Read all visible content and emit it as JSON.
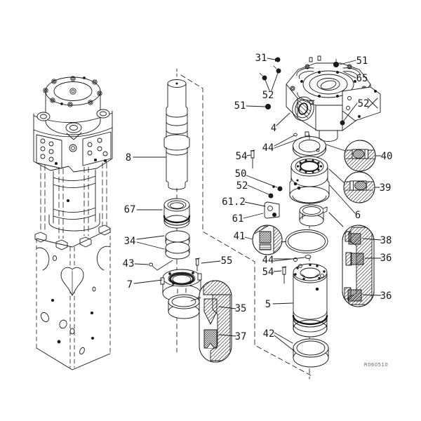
{
  "drawing": {
    "code": "R060510",
    "type": "exploded-parts-diagram",
    "colors": {
      "line": "#1a1a1a",
      "background": "#ffffff"
    }
  },
  "labels": [
    {
      "part": "31",
      "text": "31"
    },
    {
      "part": "52-a",
      "text": "52"
    },
    {
      "part": "51-a",
      "text": "51"
    },
    {
      "part": "4",
      "text": "4"
    },
    {
      "part": "51-b",
      "text": "51"
    },
    {
      "part": "65",
      "text": "65"
    },
    {
      "part": "52-b",
      "text": "52"
    },
    {
      "part": "44-a",
      "text": "44"
    },
    {
      "part": "54-a",
      "text": "54"
    },
    {
      "part": "50",
      "text": "50"
    },
    {
      "part": "52-c",
      "text": "52"
    },
    {
      "part": "61.2",
      "text": "61.2"
    },
    {
      "part": "61",
      "text": "61"
    },
    {
      "part": "40",
      "text": "40"
    },
    {
      "part": "39",
      "text": "39"
    },
    {
      "part": "6",
      "text": "6"
    },
    {
      "part": "41",
      "text": "41"
    },
    {
      "part": "38",
      "text": "38"
    },
    {
      "part": "36-a",
      "text": "36"
    },
    {
      "part": "36-b",
      "text": "36"
    },
    {
      "part": "44-b",
      "text": "44"
    },
    {
      "part": "54-b",
      "text": "54"
    },
    {
      "part": "5",
      "text": "5"
    },
    {
      "part": "42",
      "text": "42"
    },
    {
      "part": "8",
      "text": "8"
    },
    {
      "part": "67",
      "text": "67"
    },
    {
      "part": "34",
      "text": "34"
    },
    {
      "part": "43",
      "text": "43"
    },
    {
      "part": "55",
      "text": "55"
    },
    {
      "part": "7",
      "text": "7"
    },
    {
      "part": "35",
      "text": "35"
    },
    {
      "part": "37",
      "text": "37"
    }
  ]
}
